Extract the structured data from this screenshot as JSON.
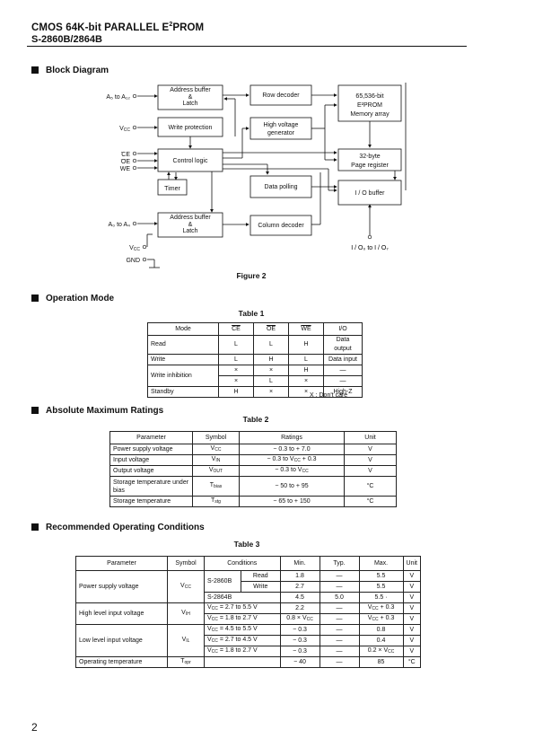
{
  "header": {
    "title_part1": "CMOS 64K-bit PARALLEL E",
    "title_sup": "2",
    "title_part2": "PROM",
    "subtitle": "S-2860B/2864B"
  },
  "sections": {
    "block_diagram": "Block Diagram",
    "operation_mode": "Operation Mode",
    "absolute_max": "Absolute Maximum Ratings",
    "recommended": "Recommended Operating Conditions"
  },
  "diagram": {
    "caption": "Figure 2",
    "blocks": {
      "addr_buffer_top": [
        "Address buffer",
        "&",
        "Latch"
      ],
      "row_decoder": "Row decoder",
      "memory_array": [
        "65,536-bit",
        "E²PROM",
        "Memory array"
      ],
      "write_protection": "Write protection",
      "high_voltage": [
        "High voltage",
        "generator"
      ],
      "control_logic": "Control logic",
      "page_register": [
        "32-byte",
        "Page register"
      ],
      "timer": "Timer",
      "data_polling": "Data polling",
      "io_buffer": "I / O buffer",
      "addr_buffer_bottom": [
        "Address buffer",
        "&",
        "Latch"
      ],
      "column_decoder": "Column decoder"
    },
    "signals": {
      "a5_a12": "A₅ to A₁₂",
      "vcc": "V",
      "vcc_sub": "CC",
      "ce": "CE",
      "oe": "OE",
      "we": "WE",
      "a0_a4": "A₀ to A₄",
      "vcc2": "V",
      "vcc2_sub": "CC",
      "gnd": "GND",
      "io": "I / O₀ to I / O₇"
    }
  },
  "table1": {
    "caption": "Table 1",
    "headers": [
      "Mode",
      "CE",
      "OE",
      "WE",
      "I/O"
    ],
    "rows": [
      [
        "Read",
        "L",
        "L",
        "H",
        "Data output"
      ],
      [
        "Write",
        "L",
        "H",
        "L",
        "Data input"
      ],
      [
        "Write inhibition",
        "×",
        "×",
        "H",
        "—"
      ],
      [
        "",
        "×",
        "L",
        "×",
        "—"
      ],
      [
        "Standby",
        "H",
        "×",
        "×",
        "High-Z"
      ]
    ],
    "note": "X : Don't care"
  },
  "table2": {
    "caption": "Table  2",
    "headers": [
      "Parameter",
      "Symbol",
      "Ratings",
      "Unit"
    ],
    "rows": [
      {
        "param": "Power supply voltage",
        "sym": "V",
        "sub": "CC",
        "rating": "− 0.3 to + 7.0",
        "unit": "V"
      },
      {
        "param": "Input voltage",
        "sym": "V",
        "sub": "IN",
        "rating": "− 0.3 to V",
        "rating_sub": "CC",
        "rating_tail": " + 0.3",
        "unit": "V"
      },
      {
        "param": "Output voltage",
        "sym": "V",
        "sub": "OUT",
        "rating": "− 0.3 to V",
        "rating_sub": "CC",
        "rating_tail": "",
        "unit": "V"
      },
      {
        "param": "Storage temperature under bias",
        "sym": "T",
        "sub": "bias",
        "rating": "− 50 to  + 95",
        "unit": "°C"
      },
      {
        "param": "Storage temperature",
        "sym": "T",
        "sub": "stg",
        "rating": "− 65 to  + 150",
        "unit": "°C"
      }
    ]
  },
  "table3": {
    "caption": "Table 3",
    "headers": [
      "Parameter",
      "Symbol",
      "Conditions",
      "Min.",
      "Typ.",
      "Max.",
      "Unit"
    ],
    "power": {
      "param": "Power supply voltage",
      "sym": "V",
      "sub": "CC",
      "part1": "S-2860B",
      "read": "Read",
      "write": "Write",
      "part2": "S-2864B",
      "rows": [
        [
          "1.8",
          "—",
          "5.5",
          "V"
        ],
        [
          "2.7",
          "—",
          "5.5",
          "V"
        ],
        [
          "4.5",
          "5.0",
          "5.5  ·",
          "V"
        ]
      ]
    },
    "vih": {
      "param": "High level input voltage",
      "sym": "V",
      "sub": "IH",
      "rows": [
        [
          "V",
          "CC",
          " = 2.7 to 5.5 V",
          "2.2",
          "—",
          "V",
          "CC",
          " + 0.3",
          "V"
        ],
        [
          "V",
          "CC",
          " = 1.8 to 2.7 V",
          "0.8 × V",
          "CC",
          "V",
          "CC",
          " + 0.3",
          "V"
        ]
      ]
    },
    "vil": {
      "param": "Low level input voltage",
      "sym": "V",
      "sub": "IL",
      "rows": [
        [
          "V",
          "CC",
          " = 4.5 to 5.5 V",
          "− 0.3",
          "—",
          "0.8",
          "V"
        ],
        [
          "V",
          "CC",
          " = 2.7 to 4.5 V",
          "− 0.3",
          "—",
          "0.4",
          "V"
        ],
        [
          "V",
          "CC",
          " = 1.8 to 2.7 V",
          "− 0.3",
          "—",
          "0.2 × V",
          "CC",
          "V"
        ]
      ]
    },
    "topr": {
      "param": "Operating temperature",
      "sym": "T",
      "sub": "opr",
      "min": "− 40",
      "typ": "—",
      "max": "85",
      "unit": "°C"
    }
  },
  "page_number": "2"
}
